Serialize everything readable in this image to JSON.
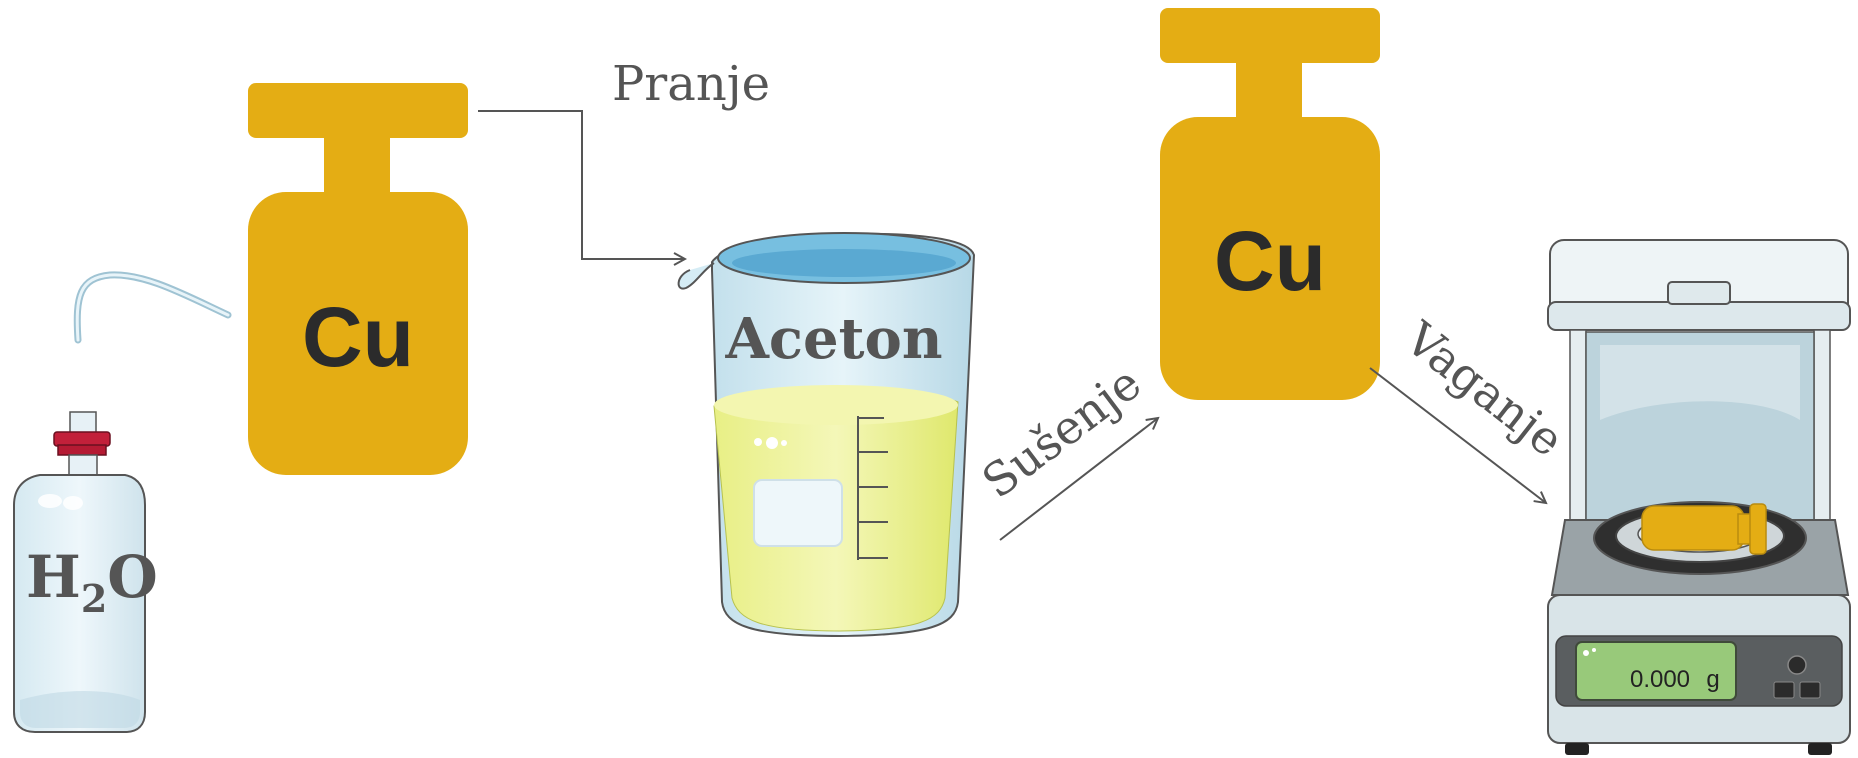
{
  "diagram": {
    "weight1_label": "Cu",
    "weight2_label": "Cu",
    "bottle_label": {
      "main": "H",
      "subscript": "2",
      "tail": "O"
    },
    "beaker_label": "Aceton",
    "step_washing": "Pranje",
    "step_drying": "Sušenje",
    "step_weighing": "Vaganje",
    "balance_display": {
      "value": "0.000",
      "unit": "g"
    }
  },
  "colors": {
    "weight": "#e4ad14",
    "liquid": "#eef39a",
    "glass": "#cfe8f2",
    "arrow": "#555555",
    "label": "#555555",
    "display": "#98c97a"
  }
}
